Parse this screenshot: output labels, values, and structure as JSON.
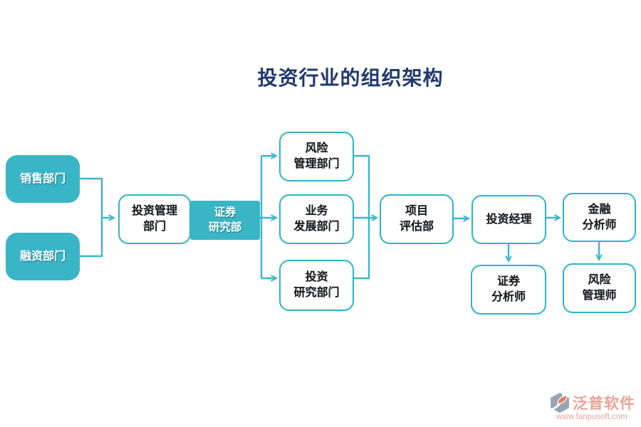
{
  "title": {
    "text": "投资行业的组织架构",
    "color": "#20386e"
  },
  "palette": {
    "teal_fill": "#39b5c6",
    "teal_border": "#2fb3c5",
    "connector": "#3bb6c7",
    "node_text_dark": "#151515",
    "node_text_light": "#ffffff",
    "watermark_color": "#e9a396"
  },
  "nodes": {
    "sales": {
      "label": "销售部门",
      "style": "filled"
    },
    "financing": {
      "label": "融资部门",
      "style": "filled"
    },
    "investment_management": {
      "label": "投资管理\n部门",
      "style": "outline"
    },
    "securities_research": {
      "label": "证券\n研究部",
      "style": "filled"
    },
    "risk_management_dept": {
      "label": "风险\n管理部门",
      "style": "outline"
    },
    "business_development": {
      "label": "业务\n发展部门",
      "style": "outline"
    },
    "investment_research": {
      "label": "投资\n研究部门",
      "style": "outline"
    },
    "project_evaluation": {
      "label": "项目\n评估部",
      "style": "outline"
    },
    "investment_manager": {
      "label": "投资经理",
      "style": "outline"
    },
    "financial_analyst": {
      "label": "金融\n分析师",
      "style": "outline"
    },
    "securities_analyst": {
      "label": "证券\n分析师",
      "style": "outline"
    },
    "risk_manager": {
      "label": "风险\n管理师",
      "style": "outline"
    }
  },
  "edges": [
    {
      "from": "sales",
      "to": "investment_management"
    },
    {
      "from": "financing",
      "to": "investment_management"
    },
    {
      "from": "investment_management",
      "to": "securities_research"
    },
    {
      "from": "securities_research",
      "to": "risk_management_dept"
    },
    {
      "from": "securities_research",
      "to": "business_development"
    },
    {
      "from": "securities_research",
      "to": "investment_research"
    },
    {
      "from": "risk_management_dept",
      "to": "project_evaluation"
    },
    {
      "from": "business_development",
      "to": "project_evaluation"
    },
    {
      "from": "investment_research",
      "to": "project_evaluation"
    },
    {
      "from": "project_evaluation",
      "to": "investment_manager"
    },
    {
      "from": "investment_manager",
      "to": "financial_analyst"
    },
    {
      "from": "investment_manager",
      "to": "securities_analyst"
    },
    {
      "from": "financial_analyst",
      "to": "risk_manager"
    }
  ],
  "watermark": {
    "brand": "泛普软件",
    "url": "www.fanpusoft.com"
  }
}
